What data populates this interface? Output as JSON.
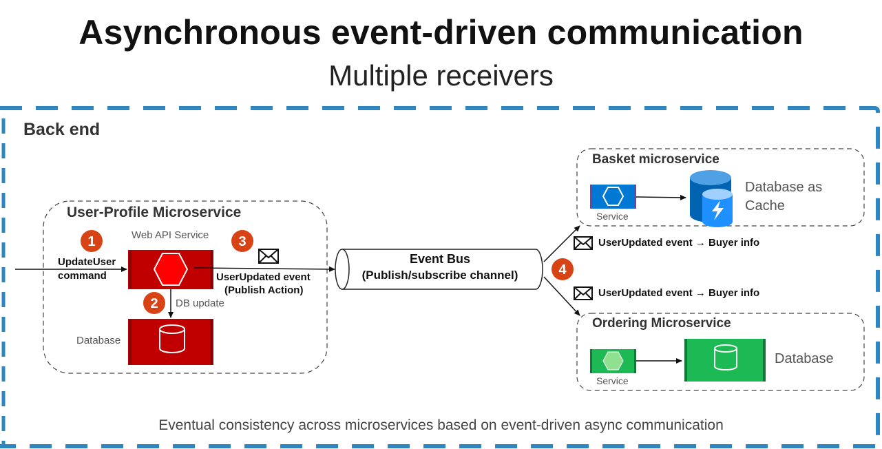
{
  "title": "Asynchronous event-driven communication",
  "subtitle": "Multiple receivers",
  "backend": {
    "label": "Back end"
  },
  "user_profile": {
    "title": "User-Profile Microservice",
    "web_api_label": "Web API Service",
    "database_label": "Database",
    "command_line1": "UpdateUser",
    "command_line2": "command",
    "db_update_label": "DB update",
    "event_line1": "UserUpdated event",
    "event_line2": "(Publish Action)"
  },
  "steps": [
    "1",
    "2",
    "3",
    "4"
  ],
  "event_bus": {
    "line1": "Event Bus",
    "line2": "(Publish/subscribe channel)"
  },
  "messages": {
    "basket_event": "UserUpdated event → Buyer info",
    "ordering_event": "UserUpdated event → Buyer info"
  },
  "basket": {
    "title": "Basket microservice",
    "service_label": "Service",
    "db_line1": "Database as",
    "db_line2": "Cache"
  },
  "ordering": {
    "title": "Ordering Microservice",
    "service_label": "Service",
    "db_label": "Database"
  },
  "footer": "Eventual consistency across microservices based on event-driven async communication",
  "colors": {
    "backend_border": "#2e86c1",
    "user_profile": "#c00000",
    "step_badge": "#d84315",
    "basket": "#0078d4",
    "ordering": "#1db954"
  }
}
